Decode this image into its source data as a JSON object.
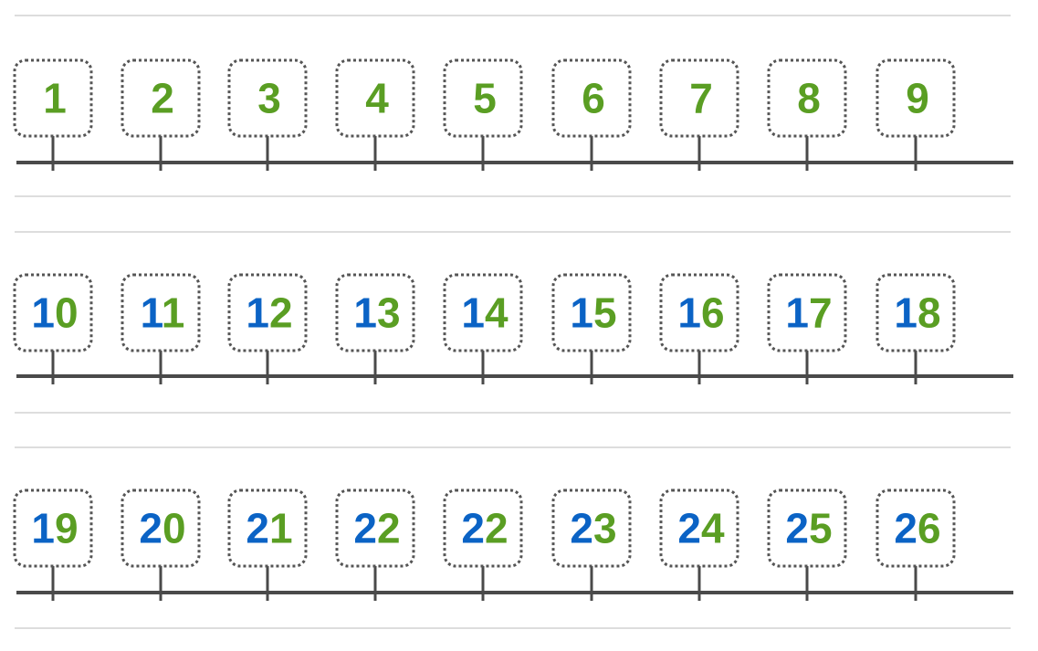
{
  "colors": {
    "tens_digit": "#0b63c5",
    "ones_digit": "#5a9e23",
    "box_border": "#555555",
    "number_line": "#4a4a4a",
    "guide_line": "#bbbbbb"
  },
  "rows": [
    {
      "tiles": [
        {
          "tens": "",
          "ones": "1"
        },
        {
          "tens": "",
          "ones": "2"
        },
        {
          "tens": "",
          "ones": "3"
        },
        {
          "tens": "",
          "ones": "4"
        },
        {
          "tens": "",
          "ones": "5"
        },
        {
          "tens": "",
          "ones": "6"
        },
        {
          "tens": "",
          "ones": "7"
        },
        {
          "tens": "",
          "ones": "8"
        },
        {
          "tens": "",
          "ones": "9"
        }
      ]
    },
    {
      "tiles": [
        {
          "tens": "1",
          "ones": "0"
        },
        {
          "tens": "1",
          "ones": "1"
        },
        {
          "tens": "1",
          "ones": "2"
        },
        {
          "tens": "1",
          "ones": "3"
        },
        {
          "tens": "1",
          "ones": "4"
        },
        {
          "tens": "1",
          "ones": "5"
        },
        {
          "tens": "1",
          "ones": "6"
        },
        {
          "tens": "1",
          "ones": "7"
        },
        {
          "tens": "1",
          "ones": "8"
        }
      ]
    },
    {
      "tiles": [
        {
          "tens": "1",
          "ones": "9"
        },
        {
          "tens": "2",
          "ones": "0"
        },
        {
          "tens": "2",
          "ones": "1"
        },
        {
          "tens": "2",
          "ones": "2"
        },
        {
          "tens": "2",
          "ones": "2"
        },
        {
          "tens": "2",
          "ones": "3"
        },
        {
          "tens": "2",
          "ones": "4"
        },
        {
          "tens": "2",
          "ones": "5"
        },
        {
          "tens": "2",
          "ones": "6"
        }
      ]
    }
  ]
}
